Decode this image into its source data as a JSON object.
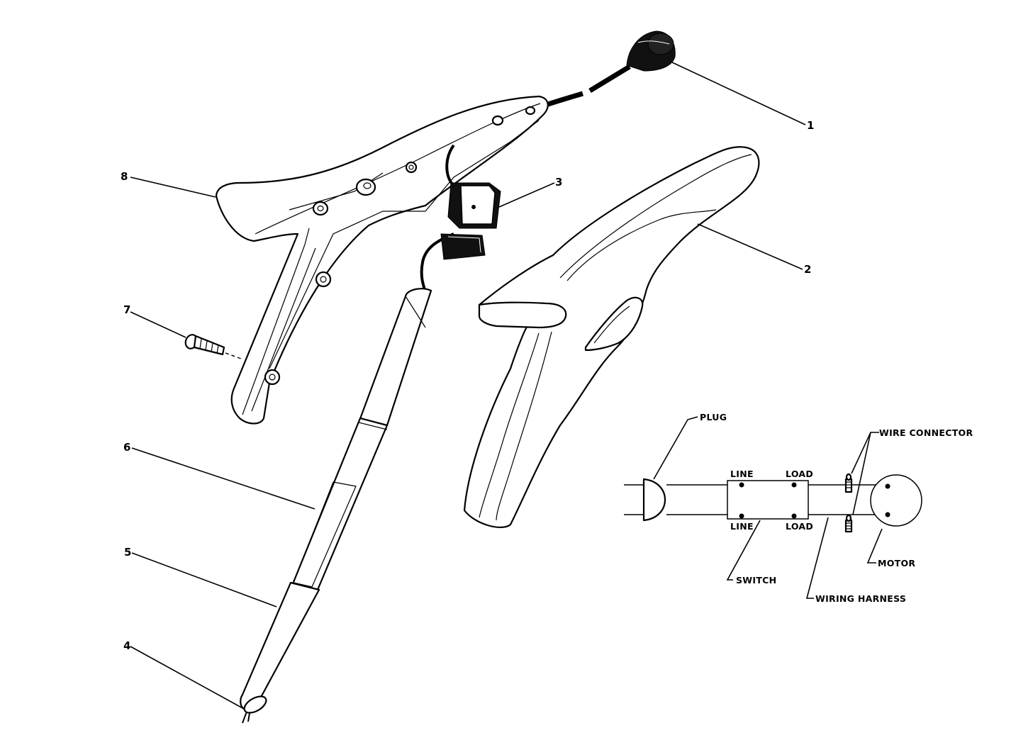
{
  "callouts": [
    {
      "id": "1",
      "label": "1"
    },
    {
      "id": "2",
      "label": "2"
    },
    {
      "id": "3",
      "label": "3"
    },
    {
      "id": "4",
      "label": "4"
    },
    {
      "id": "5",
      "label": "5"
    },
    {
      "id": "6",
      "label": "6"
    },
    {
      "id": "7",
      "label": "7"
    },
    {
      "id": "8",
      "label": "8"
    }
  ],
  "schematic": {
    "plug": "PLUG",
    "wire_connector": "WIRE CONNECTOR",
    "line_top": "LINE",
    "load_top": "LOAD",
    "line_bottom": "LINE",
    "load_bottom": "LOAD",
    "switch": "SWITCH",
    "wiring_harness": "WIRING HARNESS",
    "motor": "MOTOR"
  }
}
